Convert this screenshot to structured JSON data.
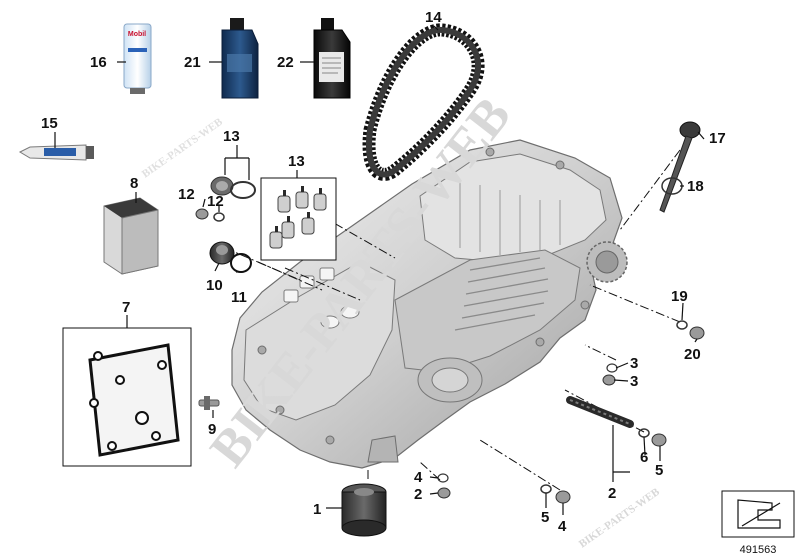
{
  "diagram": {
    "reference_number": "491563",
    "watermark": "BIKE-PARTS-WEB",
    "tube_brand": "Mobil",
    "callouts": [
      {
        "id": "c1",
        "text": "1"
      },
      {
        "id": "c2a",
        "text": "2"
      },
      {
        "id": "c2b",
        "text": "2"
      },
      {
        "id": "c3a",
        "text": "3"
      },
      {
        "id": "c3b",
        "text": "3"
      },
      {
        "id": "c4a",
        "text": "4"
      },
      {
        "id": "c4b",
        "text": "4"
      },
      {
        "id": "c5a",
        "text": "5"
      },
      {
        "id": "c5b",
        "text": "5"
      },
      {
        "id": "c6",
        "text": "6"
      },
      {
        "id": "c7",
        "text": "7"
      },
      {
        "id": "c8",
        "text": "8"
      },
      {
        "id": "c9",
        "text": "9"
      },
      {
        "id": "c10",
        "text": "10"
      },
      {
        "id": "c11",
        "text": "11"
      },
      {
        "id": "c12a",
        "text": "12"
      },
      {
        "id": "c12b",
        "text": "12"
      },
      {
        "id": "c13a",
        "text": "13"
      },
      {
        "id": "c13b",
        "text": "13"
      },
      {
        "id": "c14",
        "text": "14"
      },
      {
        "id": "c15",
        "text": "15"
      },
      {
        "id": "c16",
        "text": "16"
      },
      {
        "id": "c17",
        "text": "17"
      },
      {
        "id": "c18",
        "text": "18"
      },
      {
        "id": "c19",
        "text": "19"
      },
      {
        "id": "c20",
        "text": "20"
      },
      {
        "id": "c21",
        "text": "21"
      },
      {
        "id": "c22",
        "text": "22"
      }
    ]
  }
}
